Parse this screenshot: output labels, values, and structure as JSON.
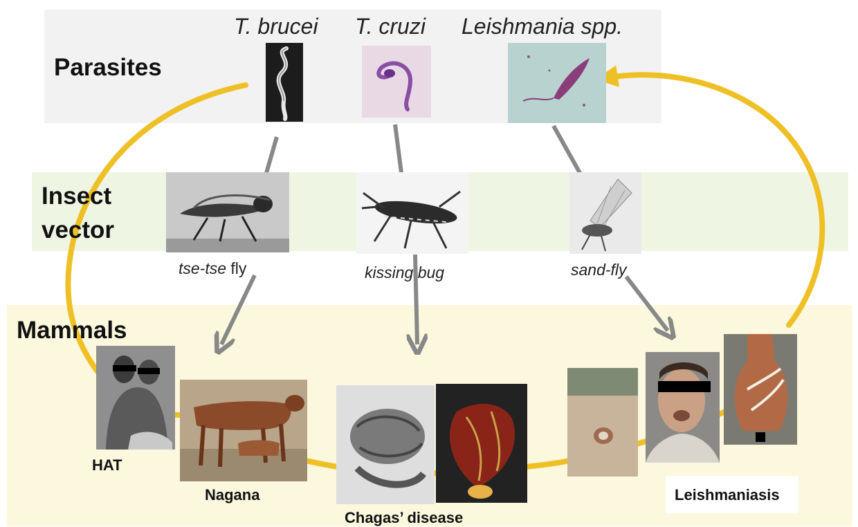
{
  "rows": {
    "parasites": "Parasites",
    "insect_line1": "Insect",
    "insect_line2": "vector",
    "mammals": "Mammals"
  },
  "parasites": {
    "brucei": "T. brucei",
    "cruzi": "T. cruzi",
    "leishmania": "Leishmania spp."
  },
  "vectors": {
    "tsetse_italic": "tse-tse",
    "tsetse_rest": " fly",
    "kissing": "kissing bug",
    "sandfly": "sand-fly"
  },
  "diseases": {
    "hat": "HAT",
    "nagana": "Nagana",
    "chagas": "Chagas’ disease",
    "leishmaniasis": "Leishmaniasis"
  },
  "colors": {
    "cycle": "#efc026",
    "arrow": "#888888"
  },
  "icons": {
    "cycle_arrow": "curved-arrow",
    "link_arrow": "straight-arrow"
  }
}
